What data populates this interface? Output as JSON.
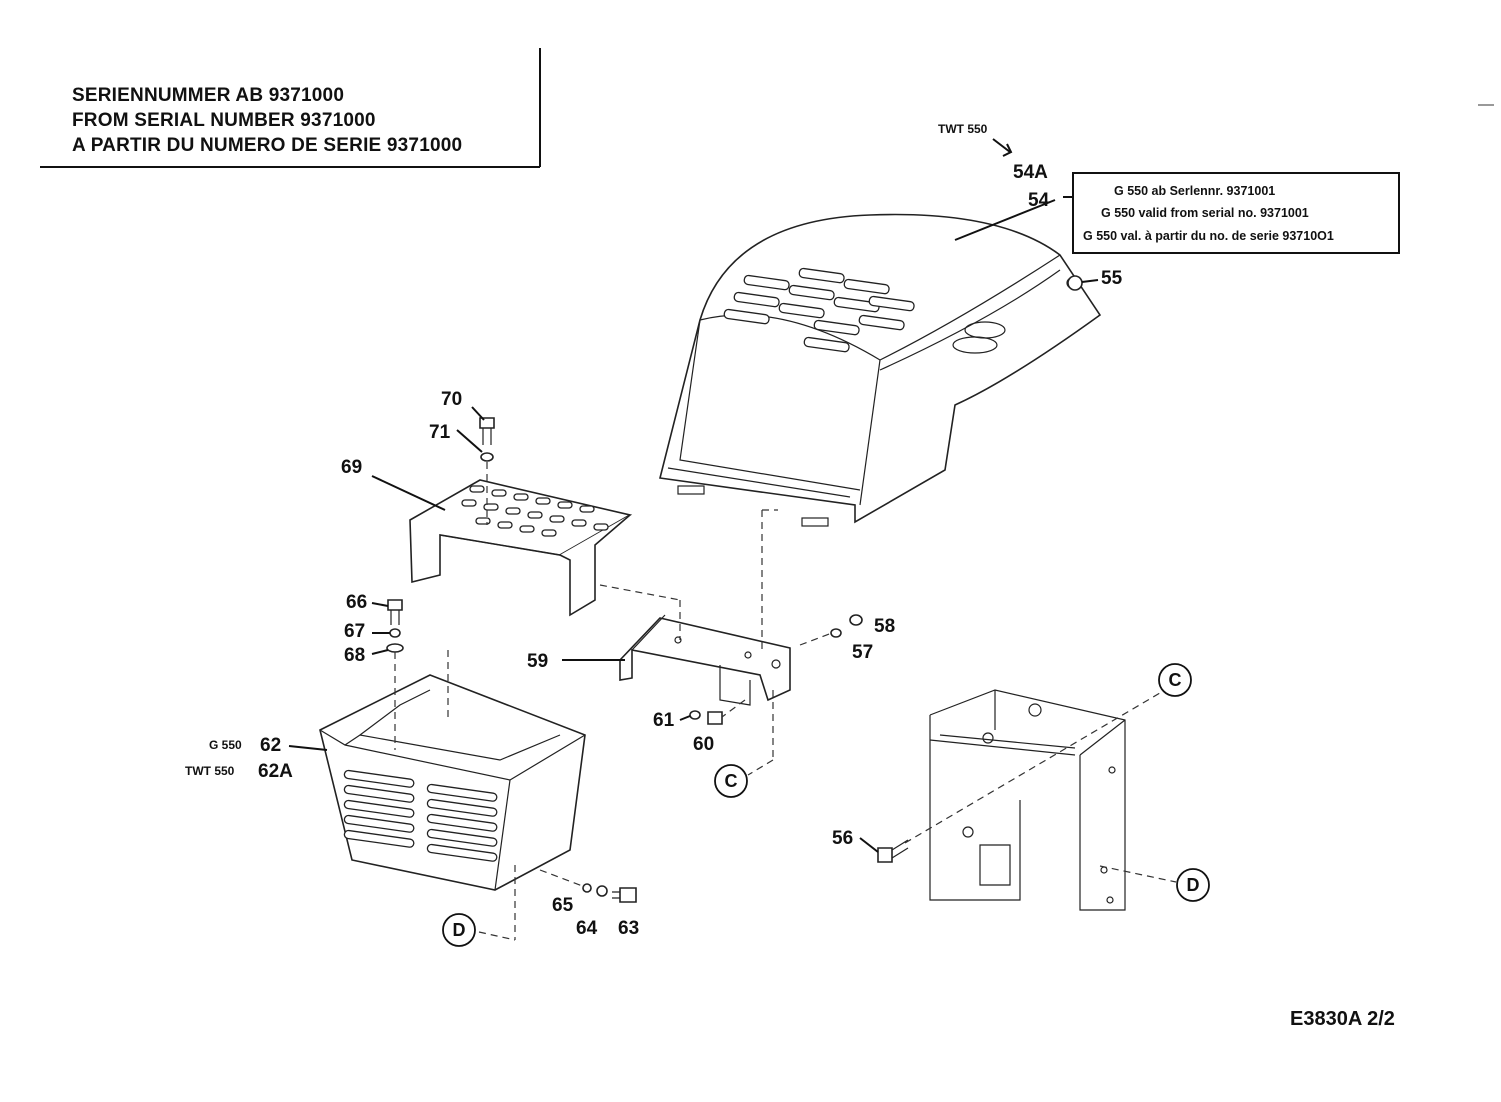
{
  "header": {
    "line_de": "SERIENNUMMER AB 9371000",
    "line_en": "FROM SERIAL NUMBER 9371000",
    "line_fr": "A PARTIR DU NUMERO DE SERIE 9371000"
  },
  "note": {
    "line_de": "G 550 ab Serlennr. 9371001",
    "line_en": "G 550 valid from serial no. 9371001",
    "line_fr": "G 550 val. à partir du no. de serie 93710O1"
  },
  "labels": {
    "twt550_top": "TWT 550",
    "p54A": "54A",
    "p54": "54",
    "p55": "55",
    "p56": "56",
    "p57": "57",
    "p58": "58",
    "p59": "59",
    "p60": "60",
    "p61": "61",
    "g550": "G 550",
    "p62": "62",
    "twt550": "TWT 550",
    "p62A": "62A",
    "p63": "63",
    "p64": "64",
    "p65": "65",
    "p66": "66",
    "p67": "67",
    "p68": "68",
    "p69": "69",
    "p70": "70",
    "p71": "71"
  },
  "connectors": {
    "c_upper": "C",
    "c_lower": "C",
    "d_left": "D",
    "d_right": "D"
  },
  "reference": "E3830A  2/2"
}
